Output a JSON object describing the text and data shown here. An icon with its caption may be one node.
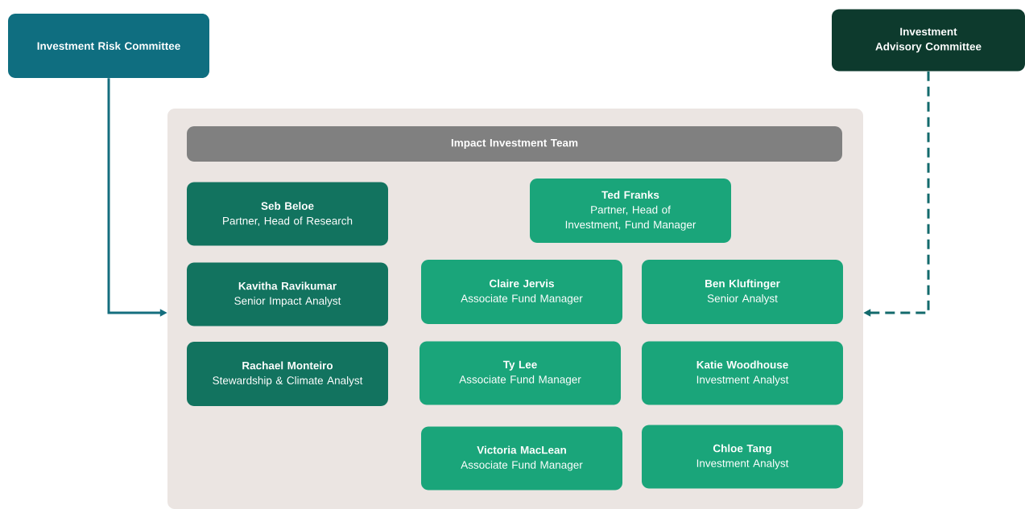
{
  "diagram": {
    "nodes": [
      {
        "text": [
          "Investment Risk Committee"
        ]
      },
      {
        "text": [
          "Investment Advisory Committee"
        ]
      },
      {
        "text": [],
        "shape": "box"
      },
      {
        "text": [
          "Impact Investment Team"
        ],
        "in": 2
      },
      {
        "text": [
          "Seb Beloe",
          "Partner, Head of Research"
        ],
        "in": 2
      },
      {
        "text": [
          "Ted Franks",
          "Partner, Head of Investment, Fund Manager"
        ],
        "in": 2
      },
      {
        "text": [
          "Kavitha Ravikumar",
          "Senior Impact Analyst"
        ],
        "in": 2
      },
      {
        "text": [
          "Claire Jervis",
          "Associate Fund Manager"
        ],
        "in": 2
      },
      {
        "text": [
          "Ben Kluftinger",
          "Senior Analyst"
        ],
        "in": 2
      },
      {
        "text": [
          "Rachael Monteiro",
          "Stewardship & Climate Analyst"
        ],
        "in": 2
      },
      {
        "text": [
          "Ty Lee",
          "Associate Fund Manager"
        ],
        "in": 2
      },
      {
        "text": [
          "Katie Woodhouse",
          "Investment Analyst"
        ],
        "in": 2
      },
      {
        "text": [
          "Victoria MacLean",
          "Associate Fund Manager"
        ],
        "in": 2
      },
      {
        "text": [
          "Chloe Tang",
          "Investment Analyst"
        ],
        "in": 2
      }
    ],
    "edges": [
      {
        "from": 0,
        "to": 2,
        "arrow": "to",
        "color": "#156e7e"
      },
      {
        "from": 1,
        "to": 2,
        "arrow": "to",
        "style": "dashed",
        "color": "#136a6c"
      }
    ]
  }
}
